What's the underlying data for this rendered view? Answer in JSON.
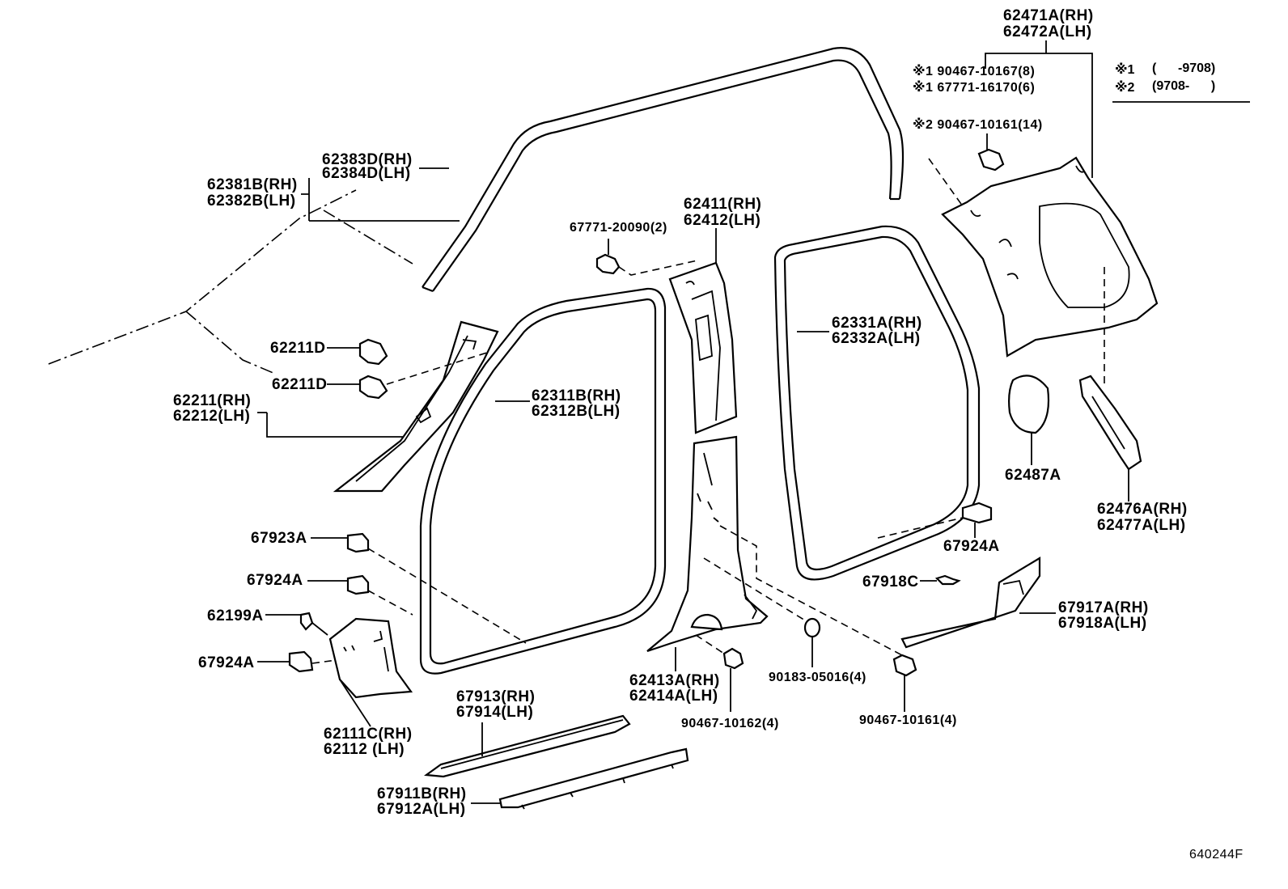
{
  "diagram_code": "640244F",
  "legend": {
    "note1_mark": "※1",
    "note1_range": "(      -9708)",
    "note2_mark": "※2",
    "note2_range": "(9708-      )"
  },
  "callouts": {
    "quarter_trim_top": [
      "62471A(RH)",
      "62472A(LH)"
    ],
    "clip_s1_a": "※1 90467-10167(8)",
    "clip_s1_b": "※1 67771-16170(6)",
    "clip_s2": "※2 90467-10161(14)",
    "front_roof_clip": [
      "62383D(RH)",
      "62384D(LH)"
    ],
    "roof_weatherstrip": [
      "62381B(RH)",
      "62382B(LH)"
    ],
    "pillar_clip": "67771-20090(2)",
    "center_pillar_upper": [
      "62411(RH)",
      "62412(LH)"
    ],
    "clip_62211d_a": "62211D",
    "clip_62211d_b": "62211D",
    "front_pillar_garnish": [
      "62211(RH)",
      "62212(LH)"
    ],
    "front_door_opening": [
      "62311B(RH)",
      "62312B(LH)"
    ],
    "rear_door_opening": [
      "62331A(RH)",
      "62332A(LH)"
    ],
    "cover_62487a": "62487A",
    "quarter_strip": [
      "62476A(RH)",
      "62477A(LH)"
    ],
    "clip_67923a": "67923A",
    "clip_67924a_1": "67924A",
    "clip_62199a": "62199A",
    "clip_67924a_2": "67924A",
    "cowl_side_trim": [
      "62111C(RH)",
      "62112 (LH)"
    ],
    "clip_67924a_right": "67924A",
    "clip_67918c": "67918C",
    "rear_step_plate": [
      "67917A(RH)",
      "67918A(LH)"
    ],
    "center_pillar_lower": [
      "62413A(RH)",
      "62414A(LH)"
    ],
    "plug_90183": "90183-05016(4)",
    "clip_90467_10162": "90467-10162(4)",
    "clip_90467_10161": "90467-10161(4)",
    "front_scuff_plate": [
      "67913(RH)",
      "67914(LH)"
    ],
    "front_step_plate": [
      "67911B(RH)",
      "67912A(LH)"
    ]
  }
}
